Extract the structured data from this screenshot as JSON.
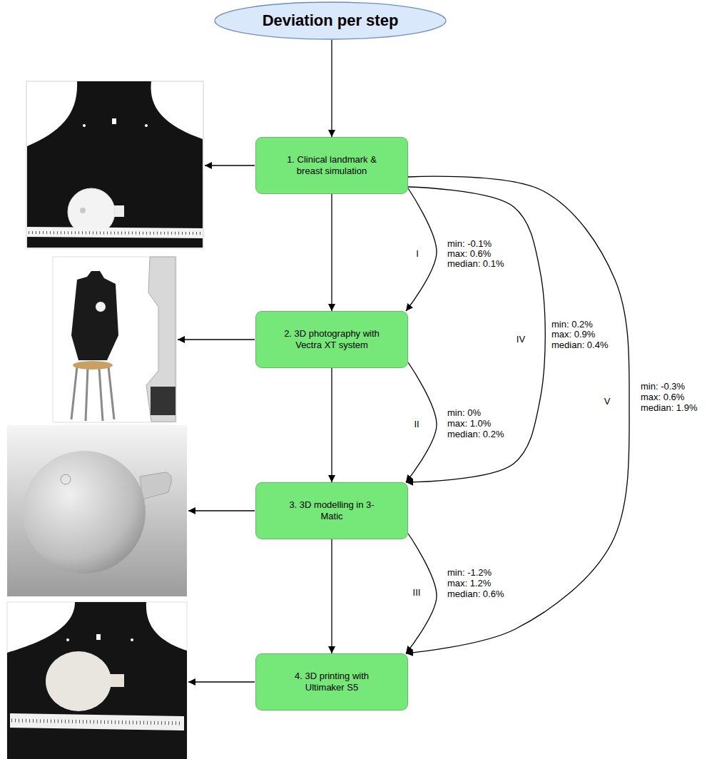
{
  "diagram": {
    "nodes": [
      {
        "text": [
          "Deviation per step"
        ]
      },
      {
        "text": [
          "1. Clinical landmark & breast simulation"
        ]
      },
      {
        "text": [
          "2. 3D photography with Vectra XT system"
        ]
      },
      {
        "text": [
          "3. 3D modelling in 3-Matic"
        ]
      },
      {
        "text": [
          "4. 3D printing with Ultimaker S5"
        ]
      }
    ],
    "edges": [
      {
        "from": 0,
        "to": 1,
        "arrow": "to"
      },
      {
        "from": 1,
        "to": 2,
        "arrow": "to"
      },
      {
        "from": 2,
        "to": 3,
        "arrow": "to"
      },
      {
        "from": 3,
        "to": 4,
        "arrow": "to"
      },
      {
        "from": 1,
        "to": 2,
        "arrow": "to",
        "label": "I"
      },
      {
        "from": 2,
        "to": 3,
        "arrow": "to",
        "label": "II"
      },
      {
        "from": 3,
        "to": 4,
        "arrow": "to",
        "label": "III"
      },
      {
        "from": 1,
        "to": 3,
        "arrow": "to",
        "label": "IV"
      },
      {
        "from": 1,
        "to": 4,
        "arrow": "to",
        "label": "V"
      }
    ],
    "labels": [
      "min: -0.1%",
      "max: 0.6%",
      "median: 0.1%",
      "min: 0%",
      "max: 1.0%",
      "median: 0.2%",
      "min: -1.2%",
      "max: 1.2%",
      "median: 0.6%",
      "min: 0.2%",
      "max: 0.9%",
      "median: 0.4%",
      "min: -0.3%",
      "max: 0.6%",
      "median: 1.9%"
    ]
  }
}
